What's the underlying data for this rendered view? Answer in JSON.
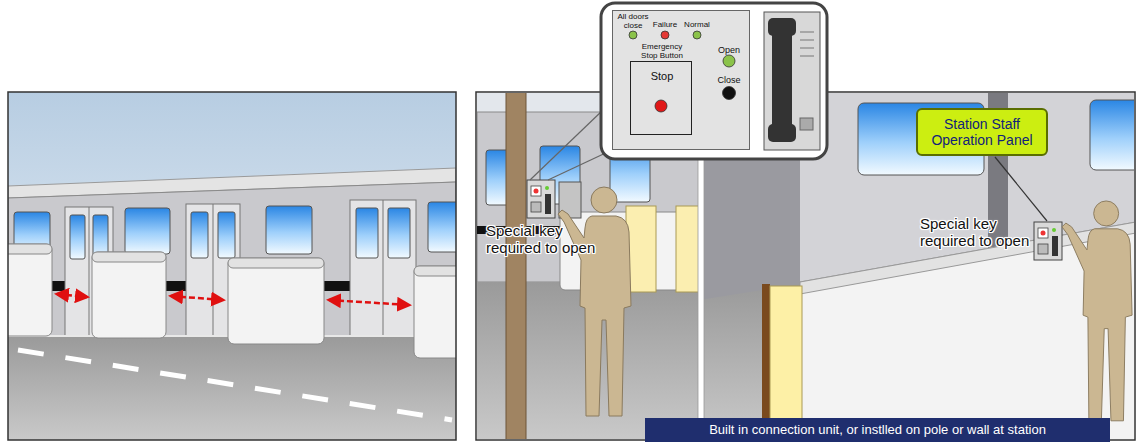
{
  "diagram": {
    "nodes": [
      {
        "text": [
          "All doors close",
          "Failure",
          "Normal",
          "Open",
          "Close"
        ]
      },
      {
        "text": [
          "Emergency Stop Button",
          "Stop"
        ],
        "in": 0
      },
      {
        "text": [
          "Station Staff Operation Panel"
        ]
      },
      {
        "text": [
          "Built in connection unit, or instlled on pole or wall at station"
        ]
      }
    ],
    "labels": [
      "Special key required to open",
      "Special key required to open"
    ]
  }
}
